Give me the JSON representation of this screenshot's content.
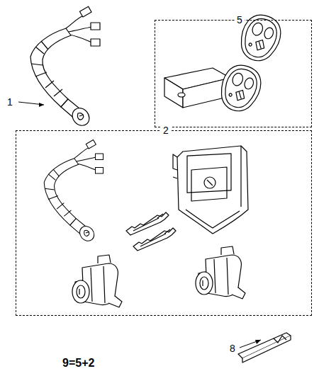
{
  "diagram": {
    "nodes": [
      {
        "text": [
          "5"
        ]
      },
      {
        "text": [
          "2"
        ]
      }
    ],
    "labels": [
      "1",
      "8",
      "9=5+2"
    ]
  }
}
